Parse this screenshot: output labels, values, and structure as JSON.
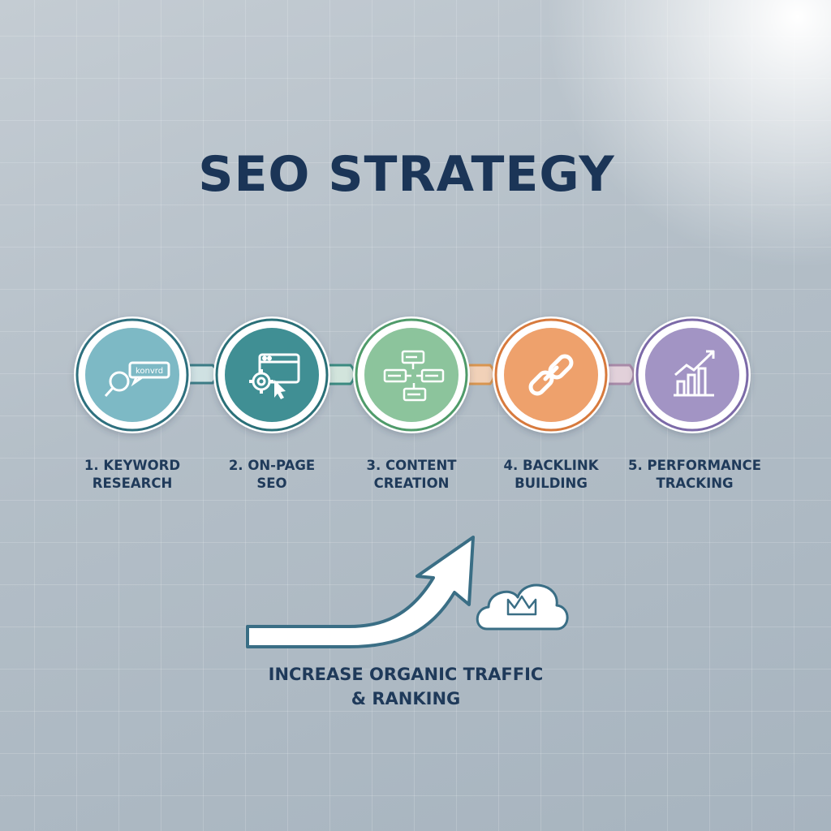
{
  "title": "SEO STRATEGY",
  "steps": [
    {
      "line1": "1. KEYWORD",
      "line2": "RESEARCH",
      "icon": "keyword-search-icon",
      "icon_text": "konvrd",
      "color": "#7db9c5",
      "ring": "#2f6f7e"
    },
    {
      "line1": "2. ON-PAGE",
      "line2": "SEO",
      "icon": "webpage-gear-icon",
      "color": "#3f8f94",
      "ring": "#2b6f78"
    },
    {
      "line1": "3. CONTENT",
      "line2": "CREATION",
      "icon": "content-blocks-icon",
      "color": "#8cc49c",
      "ring": "#4f9b6a"
    },
    {
      "line1": "4. BACKLINK",
      "line2": "BUILDING",
      "icon": "chain-link-icon",
      "color": "#eea16c",
      "ring": "#d77a3e"
    },
    {
      "line1": "5. PERFORMANCE",
      "line2": "TRACKING",
      "icon": "growth-chart-icon",
      "color": "#a294c4",
      "ring": "#7b6aa8"
    }
  ],
  "outcome": {
    "line1": "INCREASE ORGANIC TRAFFIC",
    "line2": "& RANKING",
    "arrow_icon": "upward-arrow-icon",
    "cloud_icon": "cloud-crown-icon"
  }
}
